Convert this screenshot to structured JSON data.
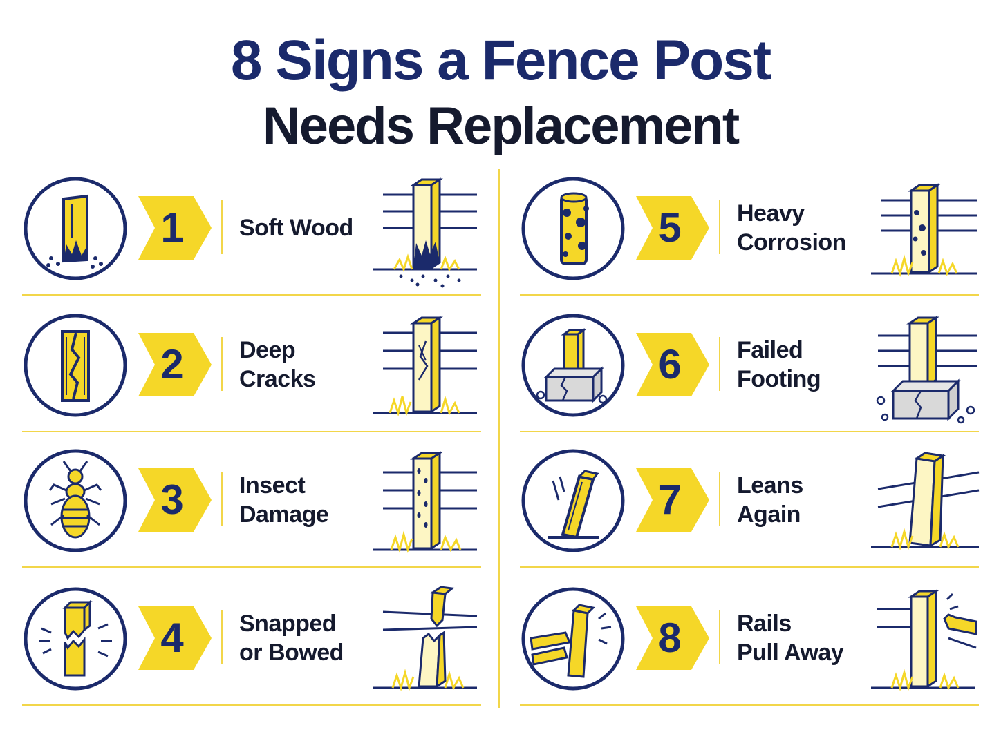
{
  "title": {
    "line1": "8 Signs a Fence Post",
    "line2": "Needs Replacement"
  },
  "colors": {
    "navy": "#1b2a6b",
    "dark": "#151a2e",
    "yellow": "#f5d728",
    "rule": "#f2d64a"
  },
  "signs": [
    {
      "number": "1",
      "label_lines": [
        "Soft Wood"
      ],
      "icon": "rotting-post-icon"
    },
    {
      "number": "2",
      "label_lines": [
        "Deep",
        "Cracks"
      ],
      "icon": "cracked-post-icon"
    },
    {
      "number": "3",
      "label_lines": [
        "Insect",
        "Damage"
      ],
      "icon": "termite-icon"
    },
    {
      "number": "4",
      "label_lines": [
        "Snapped",
        "or Bowed"
      ],
      "icon": "snapped-post-icon"
    },
    {
      "number": "5",
      "label_lines": [
        "Heavy",
        "Corrosion"
      ],
      "icon": "corroded-post-icon"
    },
    {
      "number": "6",
      "label_lines": [
        "Failed",
        "Footing"
      ],
      "icon": "broken-footing-icon"
    },
    {
      "number": "7",
      "label_lines": [
        "Leans",
        "Again"
      ],
      "icon": "leaning-post-icon"
    },
    {
      "number": "8",
      "label_lines": [
        "Rails",
        "Pull Away"
      ],
      "icon": "detached-rail-icon"
    }
  ]
}
